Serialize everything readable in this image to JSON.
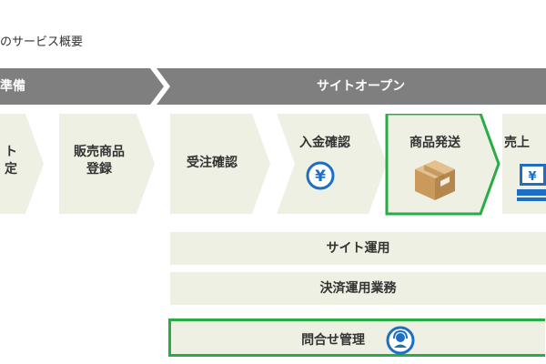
{
  "title": "のサービス概要",
  "phases": {
    "prep": "準備",
    "open": "サイトオープン"
  },
  "steps": [
    {
      "label": "ト\n定"
    },
    {
      "label": "販売商品\n登録"
    },
    {
      "label": "受注確認"
    },
    {
      "label": "入金確認",
      "icon": "yen-icon"
    },
    {
      "label": "商品発送",
      "icon": "package-box-icon"
    },
    {
      "label": "売上",
      "icon": "computer-yen-icon"
    }
  ],
  "bars": [
    {
      "label": "サイト運用"
    },
    {
      "label": "決済運用業務"
    },
    {
      "label": "問合せ管理",
      "icon": "operator-headset-icon"
    }
  ],
  "colors": {
    "phase_bg": "#7f7f7f",
    "step_bg": "#eef0e4",
    "highlight": "#27ad44",
    "icon_blue": "#1c6fc4"
  }
}
